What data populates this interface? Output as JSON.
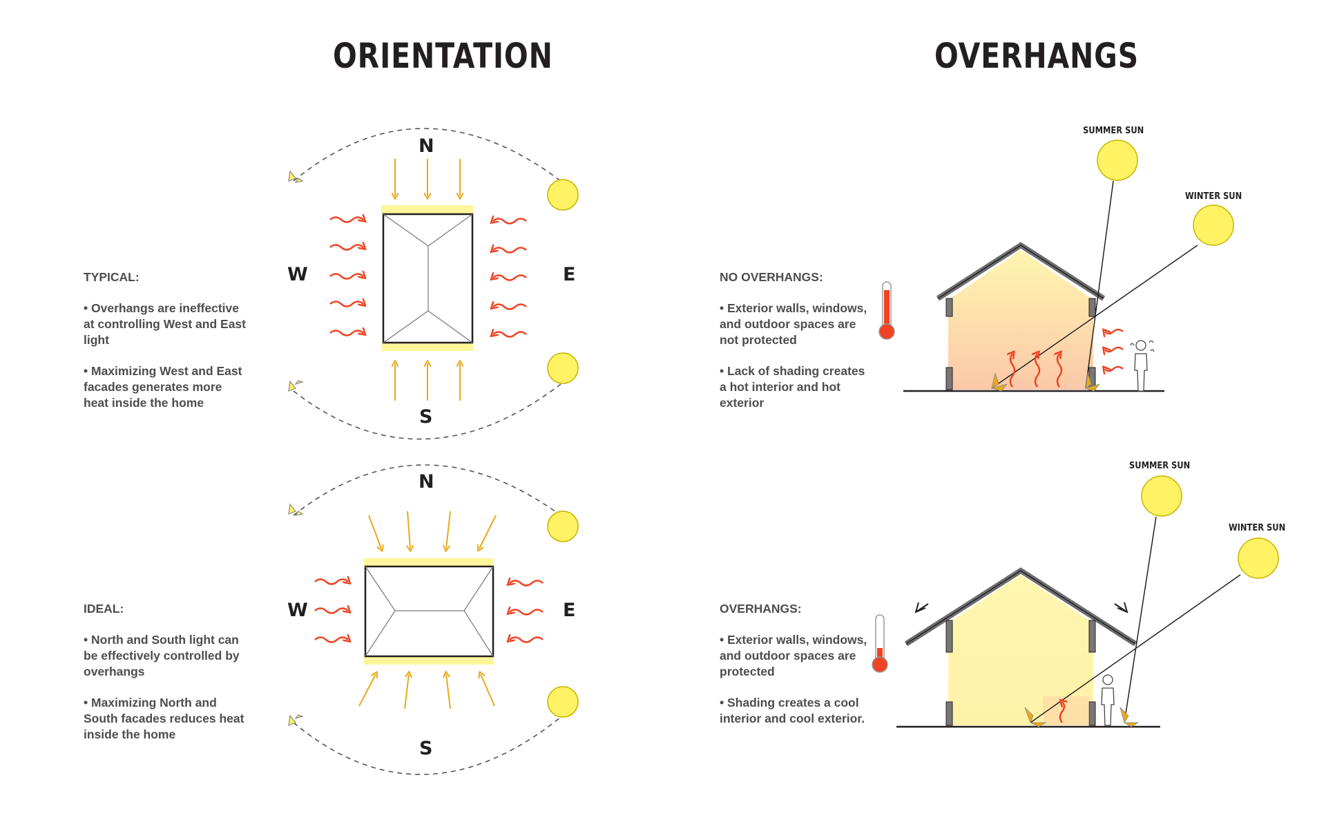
{
  "orientation": {
    "title": "ORIENTATION",
    "typical": {
      "heading": "TYPICAL:",
      "point1": "• Overhangs are ineffective at controlling West and East light",
      "point2": "• Maximizing West and East facades generates more heat inside the home"
    },
    "ideal": {
      "heading": "IDEAL:",
      "point1": "• North and South light can be effectively controlled by overhangs",
      "point2": "• Maximizing North and South facades reduces heat inside the home"
    },
    "compass": {
      "n": "N",
      "s": "S",
      "w": "W",
      "e": "E"
    }
  },
  "overhangs": {
    "title": "OVERHANGS",
    "no_overhangs": {
      "heading": "NO OVERHANGS:",
      "point1": "• Exterior walls, windows, and outdoor spaces are not protected",
      "point2": "• Lack of shading creates a hot interior and hot exterior"
    },
    "with_overhangs": {
      "heading": "OVERHANGS:",
      "point1": "• Exterior walls, windows, and outdoor spaces are protected",
      "point2": "• Shading creates a cool interior and cool exterior."
    },
    "summer_sun": "SUMMER SUN",
    "winter_sun": "WINTER SUN"
  },
  "colors": {
    "sun": "#fff263",
    "sun_stroke": "#c8b400",
    "sun_ray_arrow": "#e8a917",
    "heat_arrow": "#ef4323",
    "facade_glow": "#fff59a",
    "house_fill": "#fff6b0",
    "roof": "#6d6e71",
    "thermometer": "#ef4323"
  },
  "icons": [
    "sun-icon",
    "sunset-icon",
    "thermometer-icon",
    "person-icon",
    "heat-wave-arrow-icon",
    "sun-ray-arrow-icon"
  ]
}
